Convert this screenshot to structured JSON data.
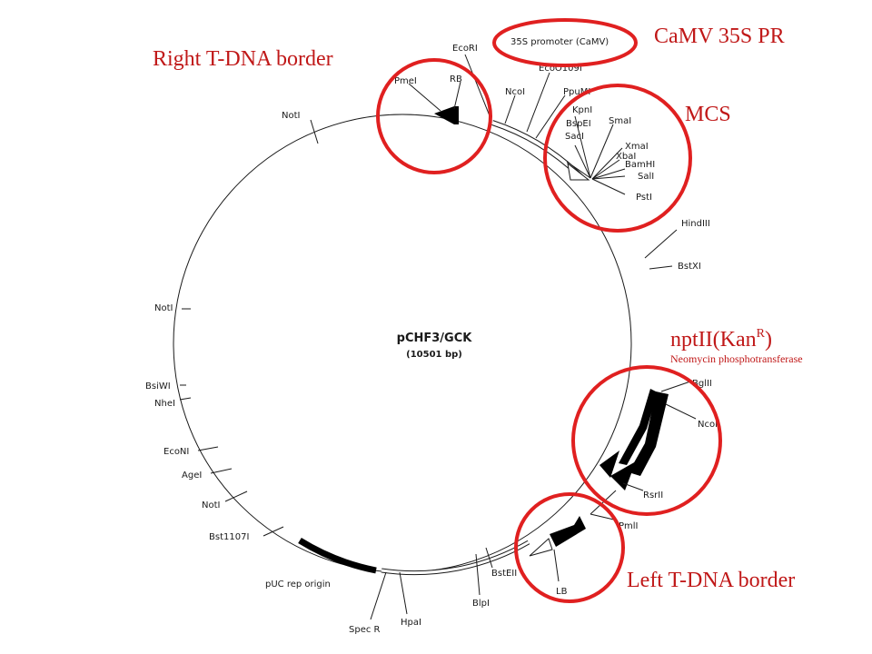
{
  "plasmid": {
    "name": "pCHF3/GCK",
    "size": "(10501 bp)"
  },
  "callouts": {
    "camv": "CaMV 35S PR",
    "right_border": "Right T-DNA border",
    "mcs": "MCS",
    "nptii_main": "nptII(Kan",
    "nptii_sup": "R",
    "nptii_close": ")",
    "nptii_desc": "Neomycin phosphotransferase",
    "left_border": "Left T-DNA border"
  },
  "feature_labels": {
    "promoter": "35S promoter (CaMV)"
  },
  "sites": {
    "ecori": "EcoRI",
    "pmel": "PmeI",
    "rb": "RB",
    "ncoi_top": "NcoI",
    "ecoo109i": "EcoO109I",
    "ppumi": "PpuMI",
    "kpni": "KpnI",
    "bspei": "BspEI",
    "smai": "SmaI",
    "saci": "SacI",
    "xmai": "XmaI",
    "xbai": "XbaI",
    "bamhi": "BamHI",
    "sali": "SalI",
    "psti": "PstI",
    "hindiii": "HindIII",
    "bstxi": "BstXI",
    "bglii": "BglII",
    "ncoi_right": "NcoI",
    "rsrii": "RsrII",
    "pmlI": "PmlI",
    "lb": "LB",
    "bsteii": "BstEII",
    "blpi": "BlpI",
    "hpai": "HpaI",
    "specr": "Spec R",
    "puc": "pUC rep origin",
    "bst1107i": "Bst1107I",
    "noti_lower": "NotI",
    "agei": "AgeI",
    "econi": "EcoNI",
    "nhei": "NheI",
    "bsiwi": "BsiWI",
    "noti_mid": "NotI",
    "noti_top": "NotI"
  },
  "colors": {
    "highlight_ring": "#e02020",
    "callout_text": "#c01818",
    "line": "#1a1a1a"
  }
}
